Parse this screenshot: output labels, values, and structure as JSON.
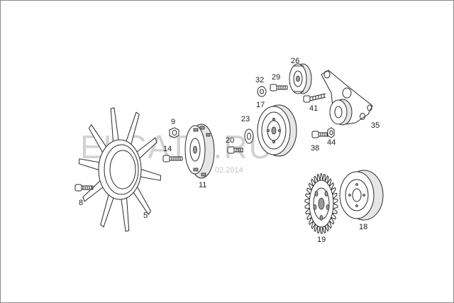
{
  "watermark": {
    "text": "ELCATS.RU",
    "date": "02.2014"
  },
  "callouts": [
    {
      "id": "p5",
      "text": "5"
    },
    {
      "id": "p8",
      "text": "8"
    },
    {
      "id": "p9",
      "text": "9"
    },
    {
      "id": "p11",
      "text": "11"
    },
    {
      "id": "p14",
      "text": "14"
    },
    {
      "id": "p17",
      "text": "17"
    },
    {
      "id": "p18",
      "text": "18"
    },
    {
      "id": "p19",
      "text": "19"
    },
    {
      "id": "p20",
      "text": "20"
    },
    {
      "id": "p23",
      "text": "23"
    },
    {
      "id": "p26",
      "text": "26"
    },
    {
      "id": "p29",
      "text": "29"
    },
    {
      "id": "p32",
      "text": "32"
    },
    {
      "id": "p35",
      "text": "35"
    },
    {
      "id": "p38",
      "text": "38"
    },
    {
      "id": "p41",
      "text": "41"
    },
    {
      "id": "p44",
      "text": "44"
    }
  ]
}
